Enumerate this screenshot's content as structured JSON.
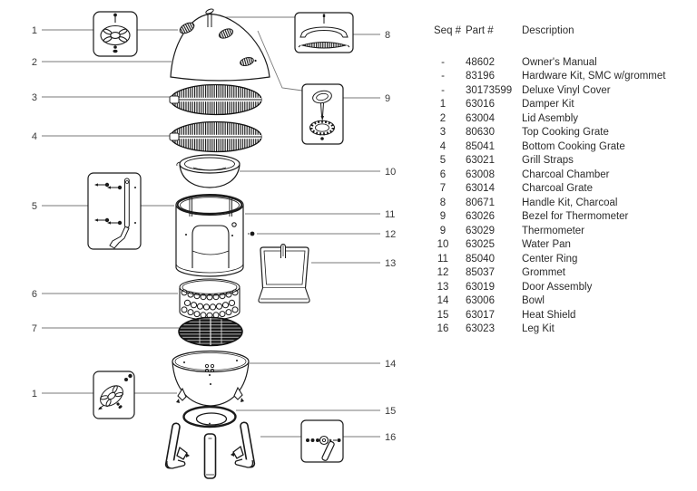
{
  "diagram": {
    "callouts_left": [
      "1",
      "2",
      "3",
      "4",
      "5",
      "6",
      "7",
      "1"
    ],
    "callouts_right": [
      "8",
      "9",
      "10",
      "11",
      "12",
      "13",
      "14",
      "15",
      "16"
    ]
  },
  "parts_table": {
    "headers": {
      "seq": "Seq #",
      "part": "Part #",
      "desc": "Description"
    },
    "rows": [
      {
        "seq": "-",
        "part": "48602",
        "desc": "Owner's Manual"
      },
      {
        "seq": "-",
        "part": "83196",
        "desc": "Hardware Kit, SMC w/grommet"
      },
      {
        "seq": "-",
        "part": "30173599",
        "desc": "Deluxe Vinyl Cover"
      },
      {
        "seq": "1",
        "part": "63016",
        "desc": "Damper Kit"
      },
      {
        "seq": "2",
        "part": "63004",
        "desc": "Lid Asembly"
      },
      {
        "seq": "3",
        "part": "80630",
        "desc": "Top Cooking Grate"
      },
      {
        "seq": "4",
        "part": "85041",
        "desc": "Bottom Cooking Grate"
      },
      {
        "seq": "5",
        "part": "63021",
        "desc": "Grill Straps"
      },
      {
        "seq": "6",
        "part": "63008",
        "desc": "Charcoal Chamber"
      },
      {
        "seq": "7",
        "part": "63014",
        "desc": "Charcoal Grate"
      },
      {
        "seq": "8",
        "part": "80671",
        "desc": "Handle Kit, Charcoal"
      },
      {
        "seq": "9",
        "part": "63026",
        "desc": "Bezel for Thermometer"
      },
      {
        "seq": "9",
        "part": "63029",
        "desc": "Thermometer"
      },
      {
        "seq": "10",
        "part": "63025",
        "desc": "Water Pan"
      },
      {
        "seq": "11",
        "part": "85040",
        "desc": "Center Ring"
      },
      {
        "seq": "12",
        "part": "85037",
        "desc": "Grommet"
      },
      {
        "seq": "13",
        "part": "63019",
        "desc": "Door Assembly"
      },
      {
        "seq": "14",
        "part": "63006",
        "desc": "Bowl"
      },
      {
        "seq": "15",
        "part": "63017",
        "desc": "Heat Shield"
      },
      {
        "seq": "16",
        "part": "63023",
        "desc": "Leg Kit"
      }
    ]
  },
  "colors": {
    "ink": "#1a1a1a",
    "callout_line": "#787878",
    "text": "#2b2b2b"
  }
}
